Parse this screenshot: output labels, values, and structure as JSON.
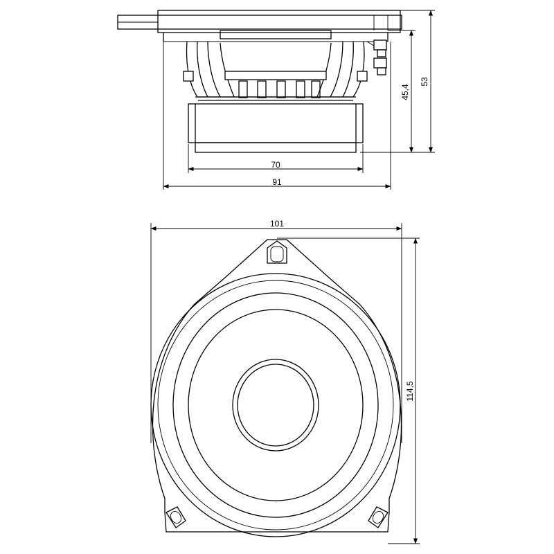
{
  "side_view": {
    "dimensions": {
      "inner_width": "70",
      "outer_width": "91",
      "inner_height": "45,4",
      "outer_height": "53"
    }
  },
  "front_view": {
    "dimensions": {
      "width": "101",
      "height": "114,5"
    }
  }
}
